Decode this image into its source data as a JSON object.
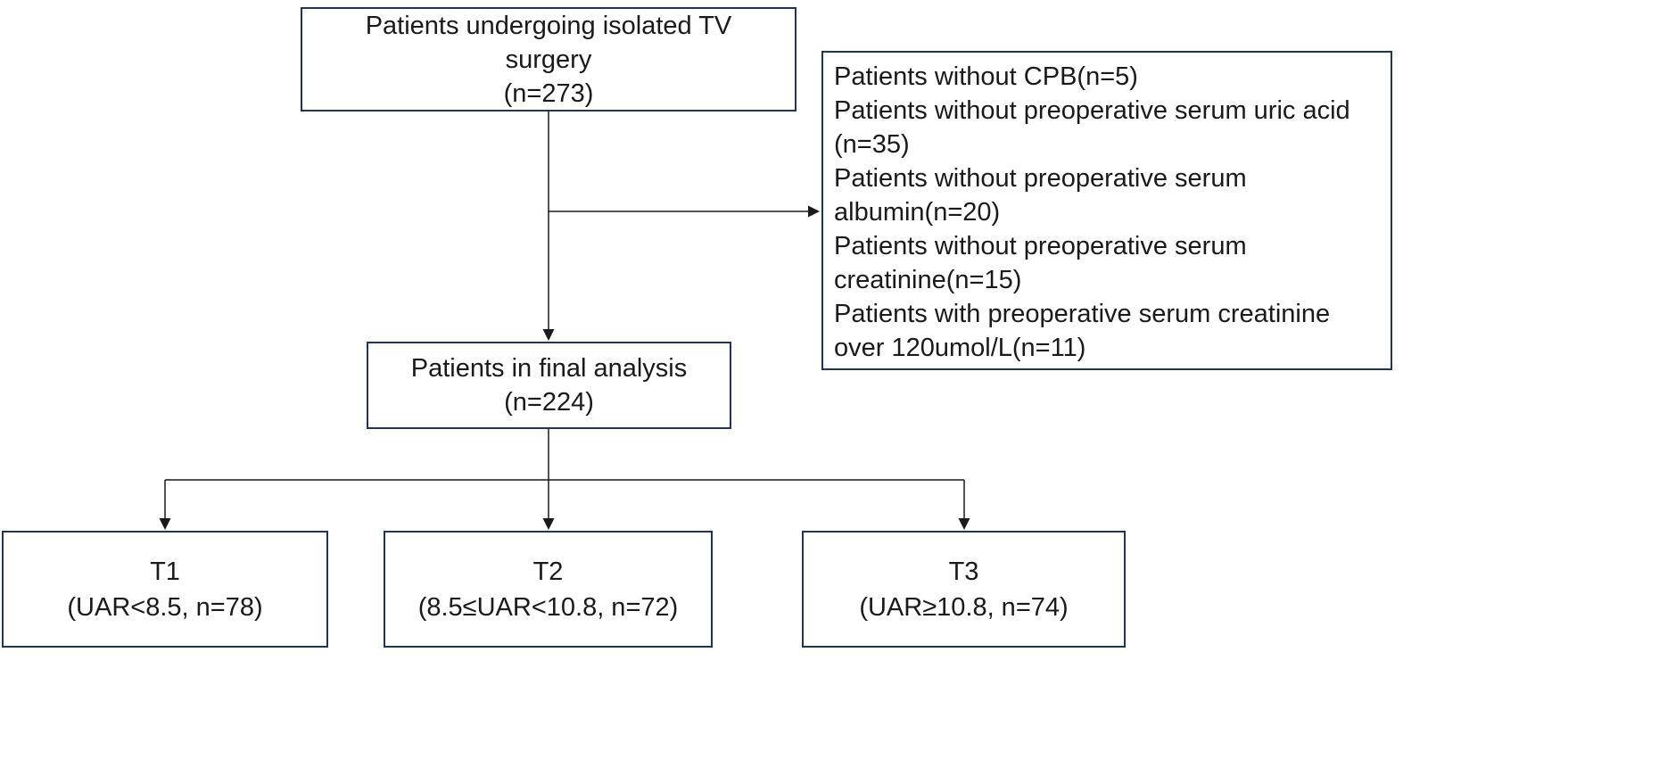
{
  "colors": {
    "box_border": "#203553",
    "text": "#1a1a1a",
    "line": "#1a1a1a",
    "background": "#ffffff"
  },
  "flowchart": {
    "surgery_box": {
      "title": "Patients undergoing isolated TV surgery",
      "count": "(n=273)"
    },
    "exclusion_box": {
      "items": [
        "Patients without CPB(n=5)",
        "Patients without preoperative serum uric acid (n=35)",
        "Patients without preoperative serum albumin(n=20)",
        "Patients without preoperative serum creatinine(n=15)",
        "Patients with preoperative serum creatinine over 120umol/L(n=11)"
      ]
    },
    "final_box": {
      "title": "Patients in final analysis",
      "count": "(n=224)"
    },
    "tertile_boxes": [
      {
        "label": "T1",
        "detail": "(UAR<8.5, n=78)"
      },
      {
        "label": "T2",
        "detail": "(8.5≤UAR<10.8, n=72)"
      },
      {
        "label": "T3",
        "detail": "(UAR≥10.8, n=74)"
      }
    ]
  }
}
